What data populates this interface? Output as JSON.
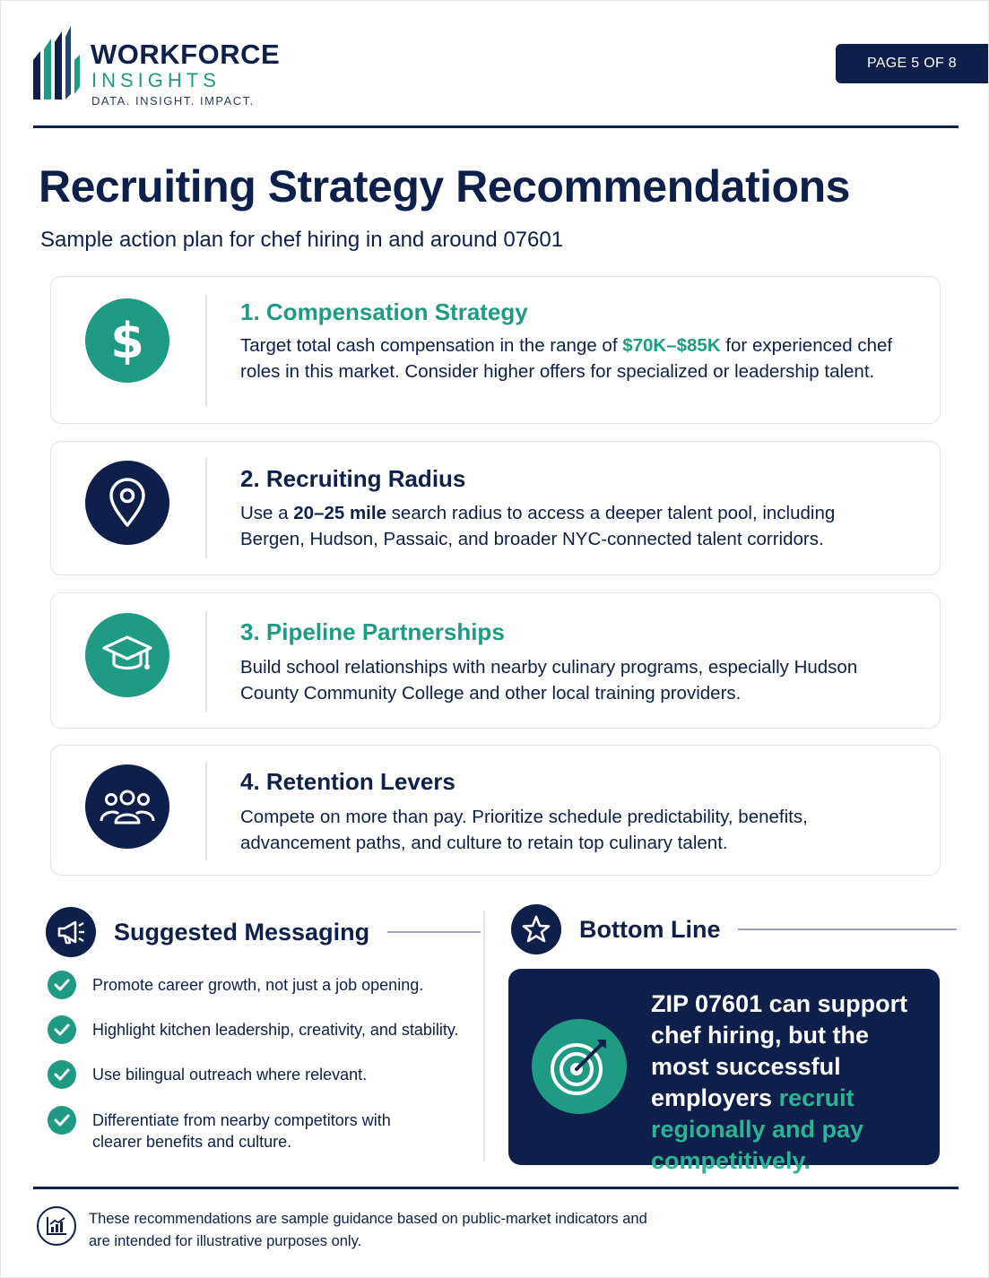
{
  "header": {
    "brand_name": "WORKFORCE",
    "brand_sub": "INSIGHTS",
    "tagline": "DATA. INSIGHT. IMPACT.",
    "page_badge": "PAGE 5 OF 8"
  },
  "title": "Recruiting Strategy Recommendations",
  "subtitle": "Sample action plan for chef hiring in and around 07601",
  "cards": [
    {
      "icon": "dollar-icon",
      "title": "1. Compensation Strategy",
      "body_pre": "Target total cash compensation in the range of ",
      "body_highlight": "$70K–$85K",
      "body_post": " for experienced chef roles in this market. Consider higher offers for specialized or leadership talent."
    },
    {
      "icon": "location-pin-icon",
      "title": "2. Recruiting Radius",
      "body_pre": "Use a ",
      "body_highlight": "20–25 mile",
      "body_post": " search radius to access a deeper talent pool, including Bergen, Hudson, Passaic, and broader NYC-connected talent corridors."
    },
    {
      "icon": "graduation-cap-icon",
      "title": "3. Pipeline Partnerships",
      "body": "Build school relationships with nearby culinary programs, especially Hudson County Community College and other local training providers."
    },
    {
      "icon": "people-group-icon",
      "title": "4. Retention Levers",
      "body": "Compete on more than pay. Prioritize schedule predictability, benefits, advancement paths, and culture to retain top culinary talent."
    }
  ],
  "messaging": {
    "icon": "megaphone-icon",
    "title": "Suggested Messaging",
    "items": [
      "Promote career growth, not just a job opening.",
      "Highlight kitchen leadership, creativity, and stability.",
      "Use bilingual outreach where relevant.",
      "Differentiate from nearby competitors with clearer benefits and culture."
    ]
  },
  "bottom_line": {
    "icon": "star-icon",
    "title": "Bottom Line",
    "target_icon": "target-arrow-icon",
    "text_main": "ZIP 07601 can support chef hiring, but the most successful employers ",
    "text_highlight": "recruit regionally and pay competitively."
  },
  "footer": {
    "icon": "chart-icon",
    "note": "These recommendations are sample guidance based on public-market indicators and are intended for illustrative purposes only."
  },
  "colors": {
    "navy": "#0f1f4b",
    "teal": "#1f9a83"
  }
}
